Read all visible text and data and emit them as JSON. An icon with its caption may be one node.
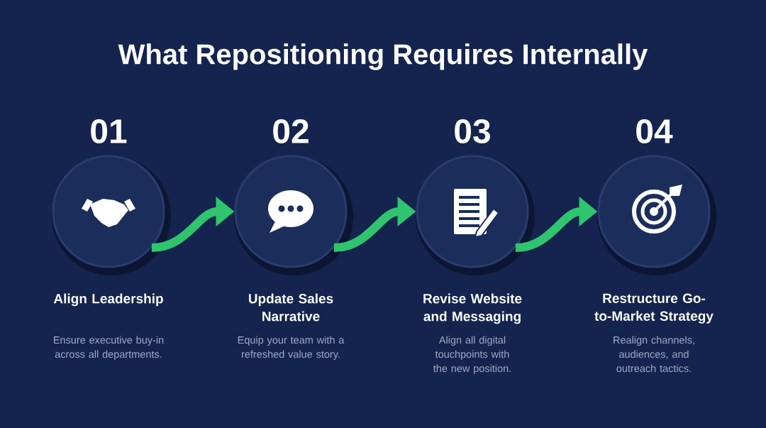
{
  "diagram": {
    "title": "What Repositioning Requires Internally",
    "nodes": [
      {
        "text": [
          "01",
          "Align Leadership",
          "Ensure executive buy-in across all departments."
        ]
      },
      {
        "text": [
          "02",
          "Update Sales Narrative",
          "Equip your team with a refreshed value story."
        ]
      },
      {
        "text": [
          "03",
          "Revise Website and Messaging",
          "Align all digital touchpoints with the new position."
        ]
      },
      {
        "text": [
          "04",
          "Restructure Go-to-Market Strategy",
          "Realign channels, audiences, and outreach tactics."
        ]
      }
    ],
    "edges": [
      {
        "from": 0,
        "to": 1,
        "arrow": "to"
      },
      {
        "from": 1,
        "to": 2,
        "arrow": "to"
      },
      {
        "from": 2,
        "to": 3,
        "arrow": "to"
      }
    ]
  }
}
